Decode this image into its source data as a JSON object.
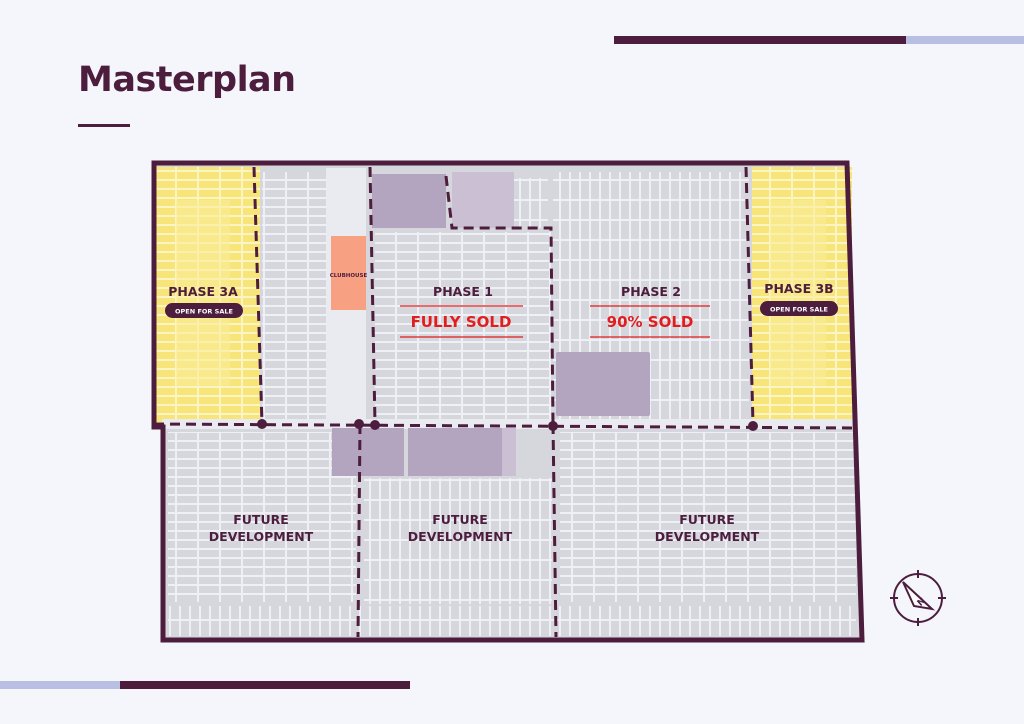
{
  "title": "Masterplan",
  "colors": {
    "brand": "#4d1d3d",
    "accent_light": "#b9bfe2",
    "phase3": "#f7e57a",
    "plot_fill": "#d6d7dd",
    "building": "#b3a4bf",
    "clubhouse": "#f7a182",
    "sold_red": "#e21d1d"
  },
  "icons": {
    "compass": "compass-icon"
  },
  "map": {
    "clubhouse": "CLUBHOUSE",
    "phase_1": {
      "name": "PHASE 1",
      "status": "FULLY SOLD"
    },
    "phase_2": {
      "name": "PHASE 2",
      "status": "90% SOLD"
    },
    "phase_3a": {
      "name": "PHASE 3A",
      "badge": "OPEN FOR SALE"
    },
    "phase_3b": {
      "name": "PHASE 3B",
      "badge": "OPEN FOR SALE"
    },
    "future": {
      "left": {
        "line1": "FUTURE",
        "line2": "DEVELOPMENT"
      },
      "center": {
        "line1": "FUTURE",
        "line2": "DEVELOPMENT"
      },
      "right": {
        "line1": "FUTURE",
        "line2": "DEVELOPMENT"
      }
    }
  }
}
